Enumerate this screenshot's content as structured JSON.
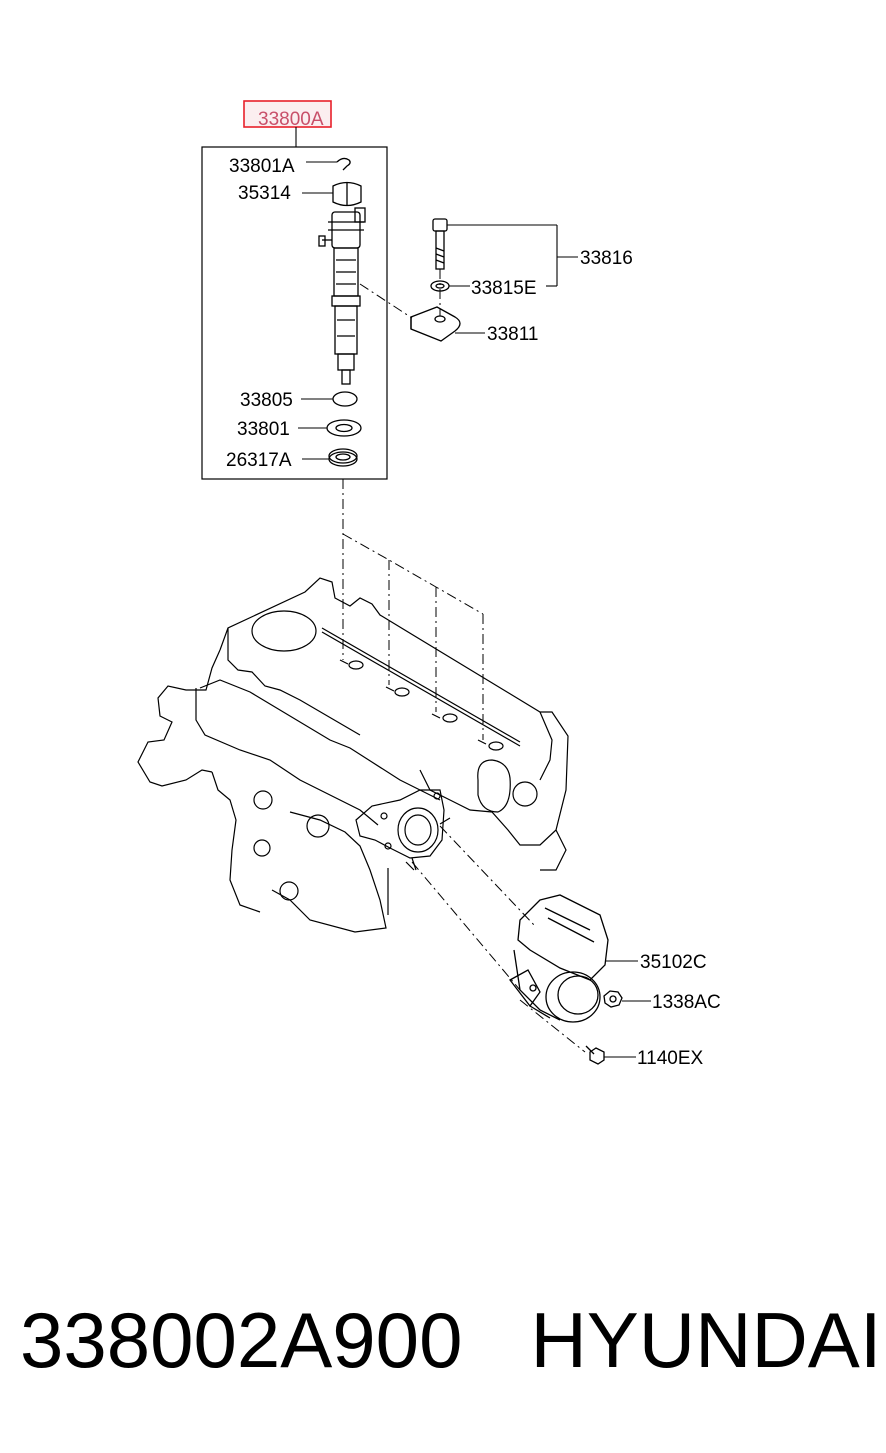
{
  "diagram": {
    "assembly_label": "33800A",
    "highlight_color": "#e8202a",
    "callouts": {
      "clip": "33801A",
      "sleeve": "35314",
      "o_ring": "33805",
      "washer": "33801",
      "seal": "26317A",
      "bolt_group": "33816",
      "bolt_washer": "33815E",
      "clamp": "33811",
      "throttle_body": "35102C",
      "nut": "1338AC",
      "bolt": "1140EX"
    }
  },
  "caption": {
    "part_number": "338002A900",
    "brand": "HYUNDAI"
  }
}
